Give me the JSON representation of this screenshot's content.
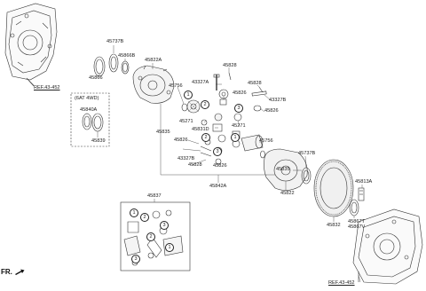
{
  "parts": {
    "p45737B_a": "45737B",
    "p45866B": "45866B",
    "p45866": "45866",
    "p45822A": "45822A",
    "p45828_top": "45828",
    "p43327A": "43327A",
    "p45826_a": "45826",
    "p45828_right": "45828",
    "p43327B_a": "43327B",
    "p45826_b": "45826",
    "p45756_a": "45756",
    "p45271_a": "45271",
    "p45831D": "45831D",
    "p45271_b": "45271",
    "p45756_b": "45756",
    "p45835_left": "45835",
    "p45826_c": "45826",
    "p43327B_b": "43327B",
    "p45828_bottom": "45828",
    "p45826_d": "45826",
    "p45835_right": "45835",
    "p45737B_b": "45737B",
    "p45822": "45822",
    "p45842A": "45842A",
    "p45813A": "45813A",
    "p45832": "45832",
    "p45867T": "45867T",
    "p45867V": "45867V",
    "p45837": "45837",
    "p45840A": "45840A",
    "p45839": "45839"
  },
  "refs": {
    "left": "REF.43-452",
    "right": "REF.43-452"
  },
  "box_4wd": "(6AT 4WD)",
  "front_marker": "FR.",
  "circle_refs": [
    "1",
    "2",
    "3"
  ]
}
